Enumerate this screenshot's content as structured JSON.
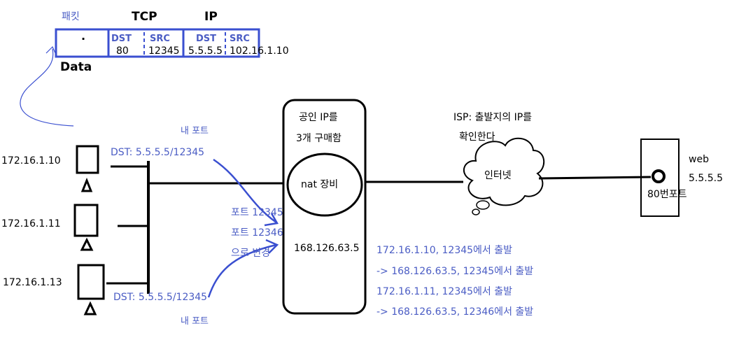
{
  "packet": {
    "label": "패킷",
    "tcp_header": "TCP",
    "ip_header": "IP",
    "data_dot": "·",
    "tcp_dst_label": "DST",
    "tcp_src_label": "SRC",
    "ip_dst_label": "DST",
    "ip_src_label": "SRC",
    "tcp_dst_value": "80",
    "tcp_src_value": "12345",
    "ip_dst_value": "5.5.5.5",
    "ip_src_value": "102.16.1.10",
    "data_label": "Data"
  },
  "hosts": [
    {
      "ip": "172.16.1.10"
    },
    {
      "ip": "172.16.1.11"
    },
    {
      "ip": "172.16.1.13"
    }
  ],
  "annotations": {
    "dst_top": "DST: 5.5.5.5/12345",
    "dst_bottom": "DST: 5.5.5.5/12345",
    "my_port_top": "내 포트",
    "my_port_bottom": "내 포트",
    "port_change_1": "포트 12345",
    "port_change_2": "포트 12346",
    "port_change_3": "으로 변경"
  },
  "nat": {
    "note_line1": "공인 IP를",
    "note_line2": "3개 구매함",
    "device": "nat 장비",
    "public_ip": "168.126.63.5"
  },
  "log": [
    "172.16.1.10, 12345에서 출발",
    "-> 168.126.63.5, 12345에서 출발",
    "172.16.1.11, 12345에서 출발",
    "->  168.126.63.5, 12346에서 출발"
  ],
  "isp": {
    "line1": "ISP: 출발지의 IP를",
    "line2": "확인한다"
  },
  "internet": {
    "label": "인터넷"
  },
  "web": {
    "name": "web",
    "ip": "5.5.5.5",
    "port": "80번포트"
  },
  "colors": {
    "accent": "#4a5cc4",
    "ink": "#000000",
    "box_border": "#3a4fd0"
  }
}
